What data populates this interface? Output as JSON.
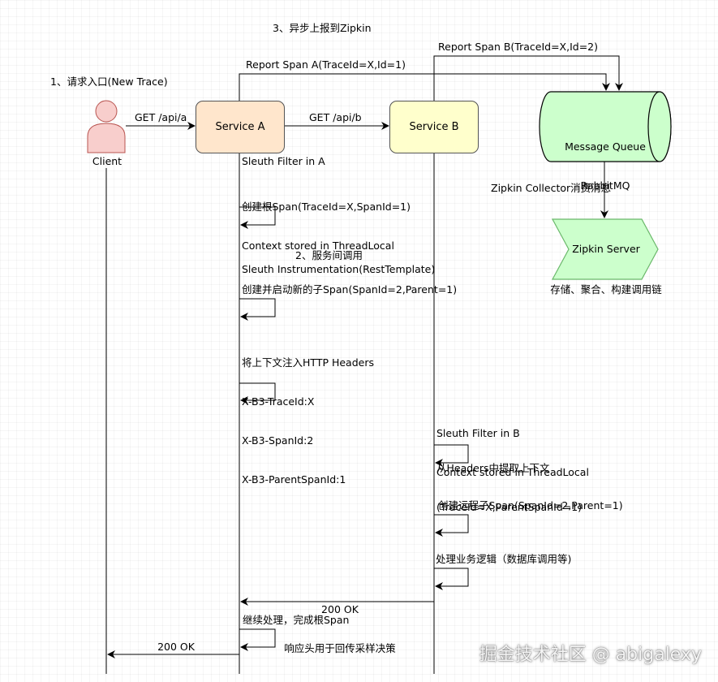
{
  "actors": {
    "client": "Client",
    "service_a": "Service A",
    "service_b": "Service B",
    "mq": [
      "Message Queue",
      "RabbitMQ"
    ],
    "zipkin_server": "Zipkin Server"
  },
  "steps": {
    "step1": "1、请求入口(New Trace)",
    "step2": "2、服务间调用",
    "step3": "3、异步上报到Zipkin"
  },
  "messages": {
    "get_api_a": "GET /api/a",
    "get_api_b": "GET /api/b",
    "report_span_a": "Report Span A(TraceId=X,Id=1)",
    "report_span_b": "Report Span B(TraceId=X,Id=2)",
    "collector": "Zipkin Collector消费消息",
    "zipkin_caption": "存储、聚合、构建调用链",
    "response_b_line1": "200 OK",
    "response_b_line2": "响应头用于回传采样决策",
    "response_client": "200 OK"
  },
  "notes_a": {
    "filter": "Sleuth Filter in A",
    "root_span_1": "创建根Span(TraceId=X,SpanId=1)",
    "root_span_2": "Context stored in ThreadLocal",
    "instrumentation": "Sleuth Instrumentation(RestTemplate)",
    "child_span": "创建并启动新的子Span(SpanId=2,Parent=1)",
    "inject": "将上下文注入HTTP Headers",
    "hdr_trace": "X-B3-TraceId:X",
    "hdr_span": "X-B3-SpanId:2",
    "hdr_parent": "X-B3-ParentSpanId:1",
    "finish": "继续处理，完成根Span"
  },
  "notes_b": {
    "filter": "Sleuth Filter in B",
    "context": "Context stored in ThreadLocal",
    "extract_1": "从Headers中提取上下文",
    "extract_2": "(TraceId=X,ParentSpanId=1)",
    "remote_span": "创建远程子Span(SpanId=2,Parent=1)",
    "business": "处理业务逻辑（数据库调用等)"
  },
  "watermark": "掘金技术社区 @ abigalexy",
  "colors": {
    "service_a_fill": "#ffe6cc",
    "service_b_fill": "#ffffcc",
    "mq_fill": "#ccffcc",
    "zipkin_fill": "#ccffcc",
    "client_fill": "#f8cecc",
    "client_stroke": "#b85450"
  }
}
